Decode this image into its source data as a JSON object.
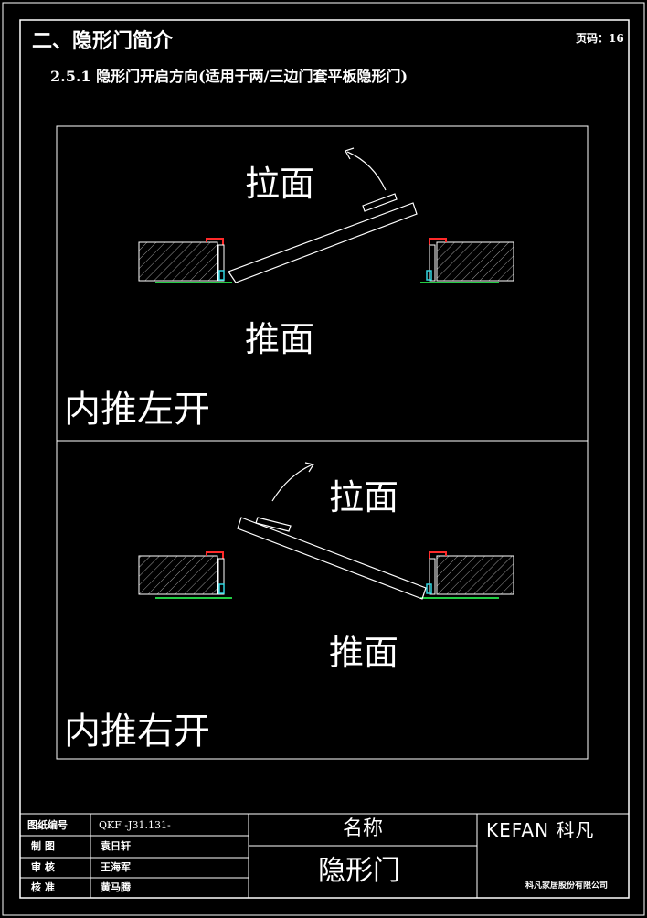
{
  "header": {
    "section_title": "二、隐形门简介",
    "page_number": "页码：16",
    "subtitle": "2.5.1 隐形门开启方向(适用于两/三边门套平板隐形门)"
  },
  "panels": [
    {
      "pull_label": "拉面",
      "push_label": "推面",
      "mode_label": "内推左开"
    },
    {
      "pull_label": "拉面",
      "push_label": "推面",
      "mode_label": "内推右开"
    }
  ],
  "title_block": {
    "drawing_no_label": "图纸编号",
    "drawing_no": "QKF    -J31.131-",
    "drafter_label": "制  图",
    "drafter": "袁日轩",
    "reviewer_label": "审  核",
    "reviewer": "王海军",
    "approver_label": "核  准",
    "approver": "黄马腾",
    "name_label": "名称",
    "product_name": "隐形门",
    "brand": "KEFAN 科凡",
    "company": "科凡家居股份有限公司"
  },
  "colors": {
    "background": "#000000",
    "lines": "#ffffff",
    "hatch": "#9a9a9a",
    "frame_red": "#ff2a2a",
    "seal_green": "#22cc44",
    "hinge_cyan": "#33d6e0"
  }
}
